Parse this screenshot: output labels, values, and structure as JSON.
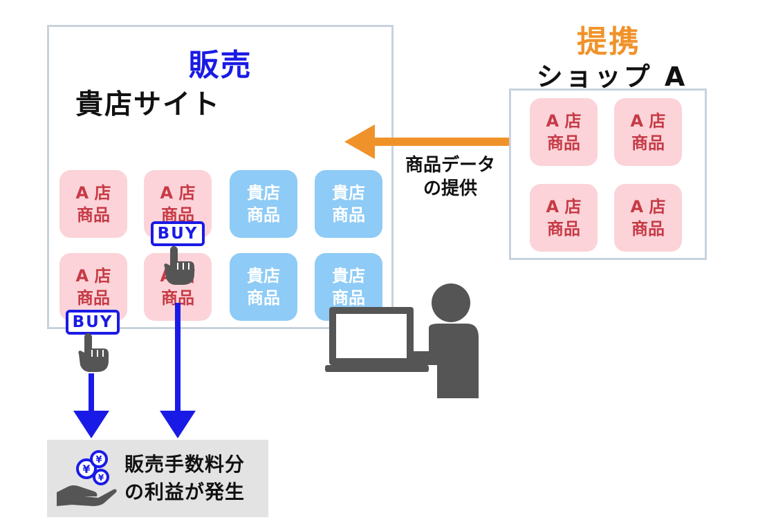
{
  "sales_site": {
    "heading": "販売",
    "name": "貴店サイト",
    "tiles": [
      {
        "line1": "A 店",
        "line2": "商品",
        "kind": "partner"
      },
      {
        "line1": "A 店",
        "line2": "商品",
        "kind": "partner"
      },
      {
        "line1": "貴店",
        "line2": "商品",
        "kind": "own"
      },
      {
        "line1": "貴店",
        "line2": "商品",
        "kind": "own"
      },
      {
        "line1": "A 店",
        "line2": "商品",
        "kind": "partner"
      },
      {
        "line1": "A 店",
        "line2": "商品",
        "kind": "partner"
      },
      {
        "line1": "貴店",
        "line2": "商品",
        "kind": "own"
      },
      {
        "line1": "貴店",
        "line2": "商品",
        "kind": "own"
      }
    ],
    "buy_label": "BUY"
  },
  "partner_shop": {
    "heading": "提携",
    "name": "ショップ A",
    "tiles": [
      {
        "line1": "A 店",
        "line2": "商品"
      },
      {
        "line1": "A 店",
        "line2": "商品"
      },
      {
        "line1": "A 店",
        "line2": "商品"
      },
      {
        "line1": "A 店",
        "line2": "商品"
      }
    ]
  },
  "flow": {
    "provide_line1": "商品データ",
    "provide_line2": "の提供"
  },
  "result": {
    "line1": "販売手数料分",
    "line2": "の利益が発生"
  },
  "colors": {
    "accent_blue": "#1a1ae6",
    "accent_orange": "#f0922a",
    "partner_tile": "#fbd3d8",
    "own_tile": "#8ecbf6",
    "icon_gray": "#555555"
  }
}
